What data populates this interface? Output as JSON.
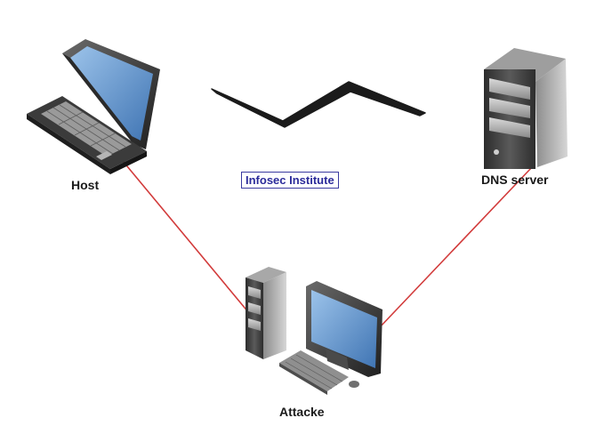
{
  "diagram": {
    "watermark": "Infosec Institute",
    "nodes": {
      "host": {
        "label": "Host",
        "icon": "laptop-icon"
      },
      "dns": {
        "label": "DNS server",
        "icon": "server-tower-icon"
      },
      "attacker": {
        "label": "Attacke",
        "icon": "workstation-icon"
      }
    },
    "connections": [
      {
        "from": "Host",
        "to": "Attacke"
      },
      {
        "from": "Attacke",
        "to": "DNS server"
      }
    ],
    "colors": {
      "link_line": "#d23b3b",
      "lightning": "#1b1b1b",
      "screen": "#5b8fc9",
      "tower_body": "#3d3d3d",
      "watermark": "#2b2b9a"
    }
  }
}
